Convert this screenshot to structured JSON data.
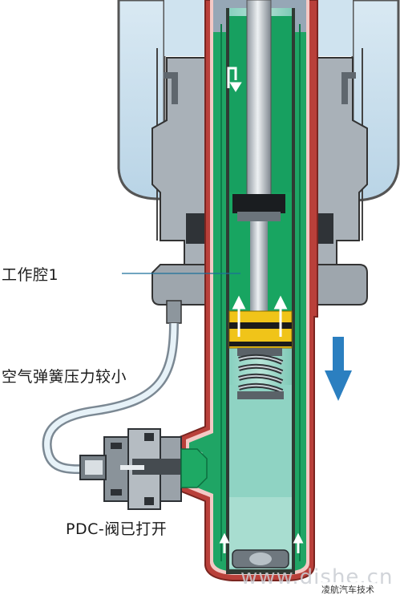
{
  "labels": {
    "chamber": "工作腔1",
    "air_spring": "空气弹簧压力较小",
    "valve": "PDC-阀已打开"
  },
  "watermark": {
    "site": "www.dishe.cn",
    "badge": "凌航汽车技术"
  },
  "colors": {
    "bellows_blue": "#c3dbea",
    "oil_green": "#1ea964",
    "oil_light": "#8ed3c2",
    "housing_gray": "#9aa3ab",
    "valve_red": "#c0392b",
    "piston_yellow": "#f0c419",
    "arrow_blue": "#2b7fc0",
    "flow_arrow": "#ffffff"
  }
}
